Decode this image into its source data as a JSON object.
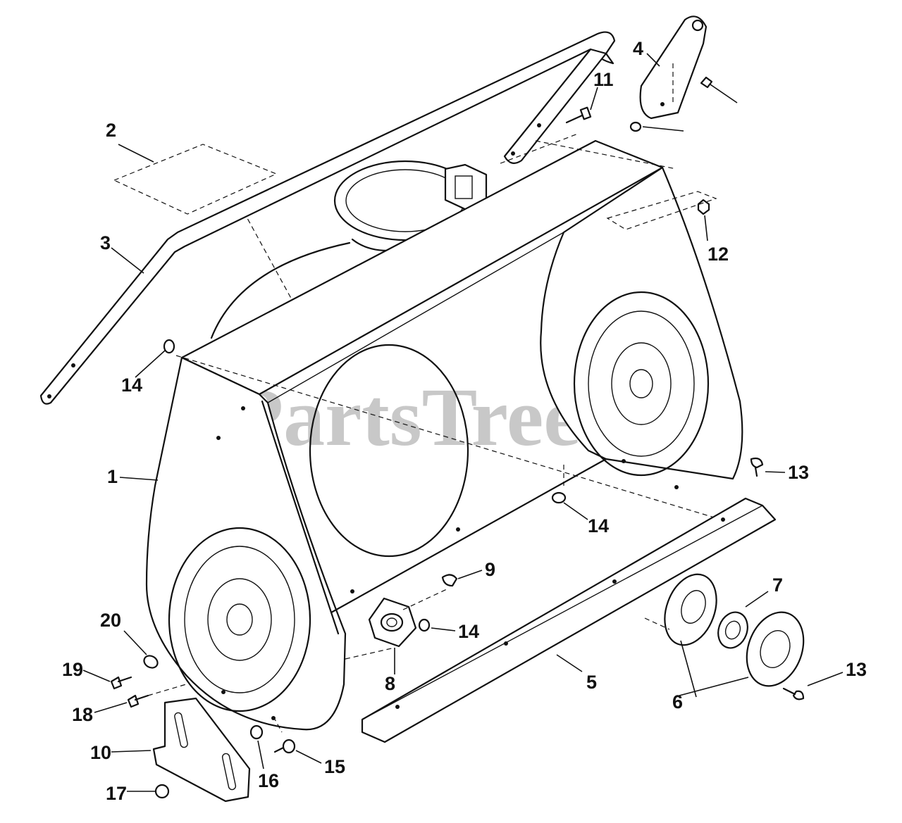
{
  "watermark": {
    "text": "PartsTree",
    "trademark": "™"
  },
  "callouts": [
    {
      "id": "1",
      "label": "1"
    },
    {
      "id": "2",
      "label": "2"
    },
    {
      "id": "3",
      "label": "3"
    },
    {
      "id": "4",
      "label": "4"
    },
    {
      "id": "5",
      "label": "5"
    },
    {
      "id": "6",
      "label": "6"
    },
    {
      "id": "7",
      "label": "7"
    },
    {
      "id": "8",
      "label": "8"
    },
    {
      "id": "9",
      "label": "9"
    },
    {
      "id": "10",
      "label": "10"
    },
    {
      "id": "11",
      "label": "11"
    },
    {
      "id": "12",
      "label": "12"
    },
    {
      "id": "13a",
      "label": "13"
    },
    {
      "id": "13b",
      "label": "13"
    },
    {
      "id": "14a",
      "label": "14"
    },
    {
      "id": "14b",
      "label": "14"
    },
    {
      "id": "14c",
      "label": "14"
    },
    {
      "id": "15",
      "label": "15"
    },
    {
      "id": "16",
      "label": "16"
    },
    {
      "id": "17",
      "label": "17"
    },
    {
      "id": "18",
      "label": "18"
    },
    {
      "id": "19",
      "label": "19"
    },
    {
      "id": "20",
      "label": "20"
    }
  ]
}
